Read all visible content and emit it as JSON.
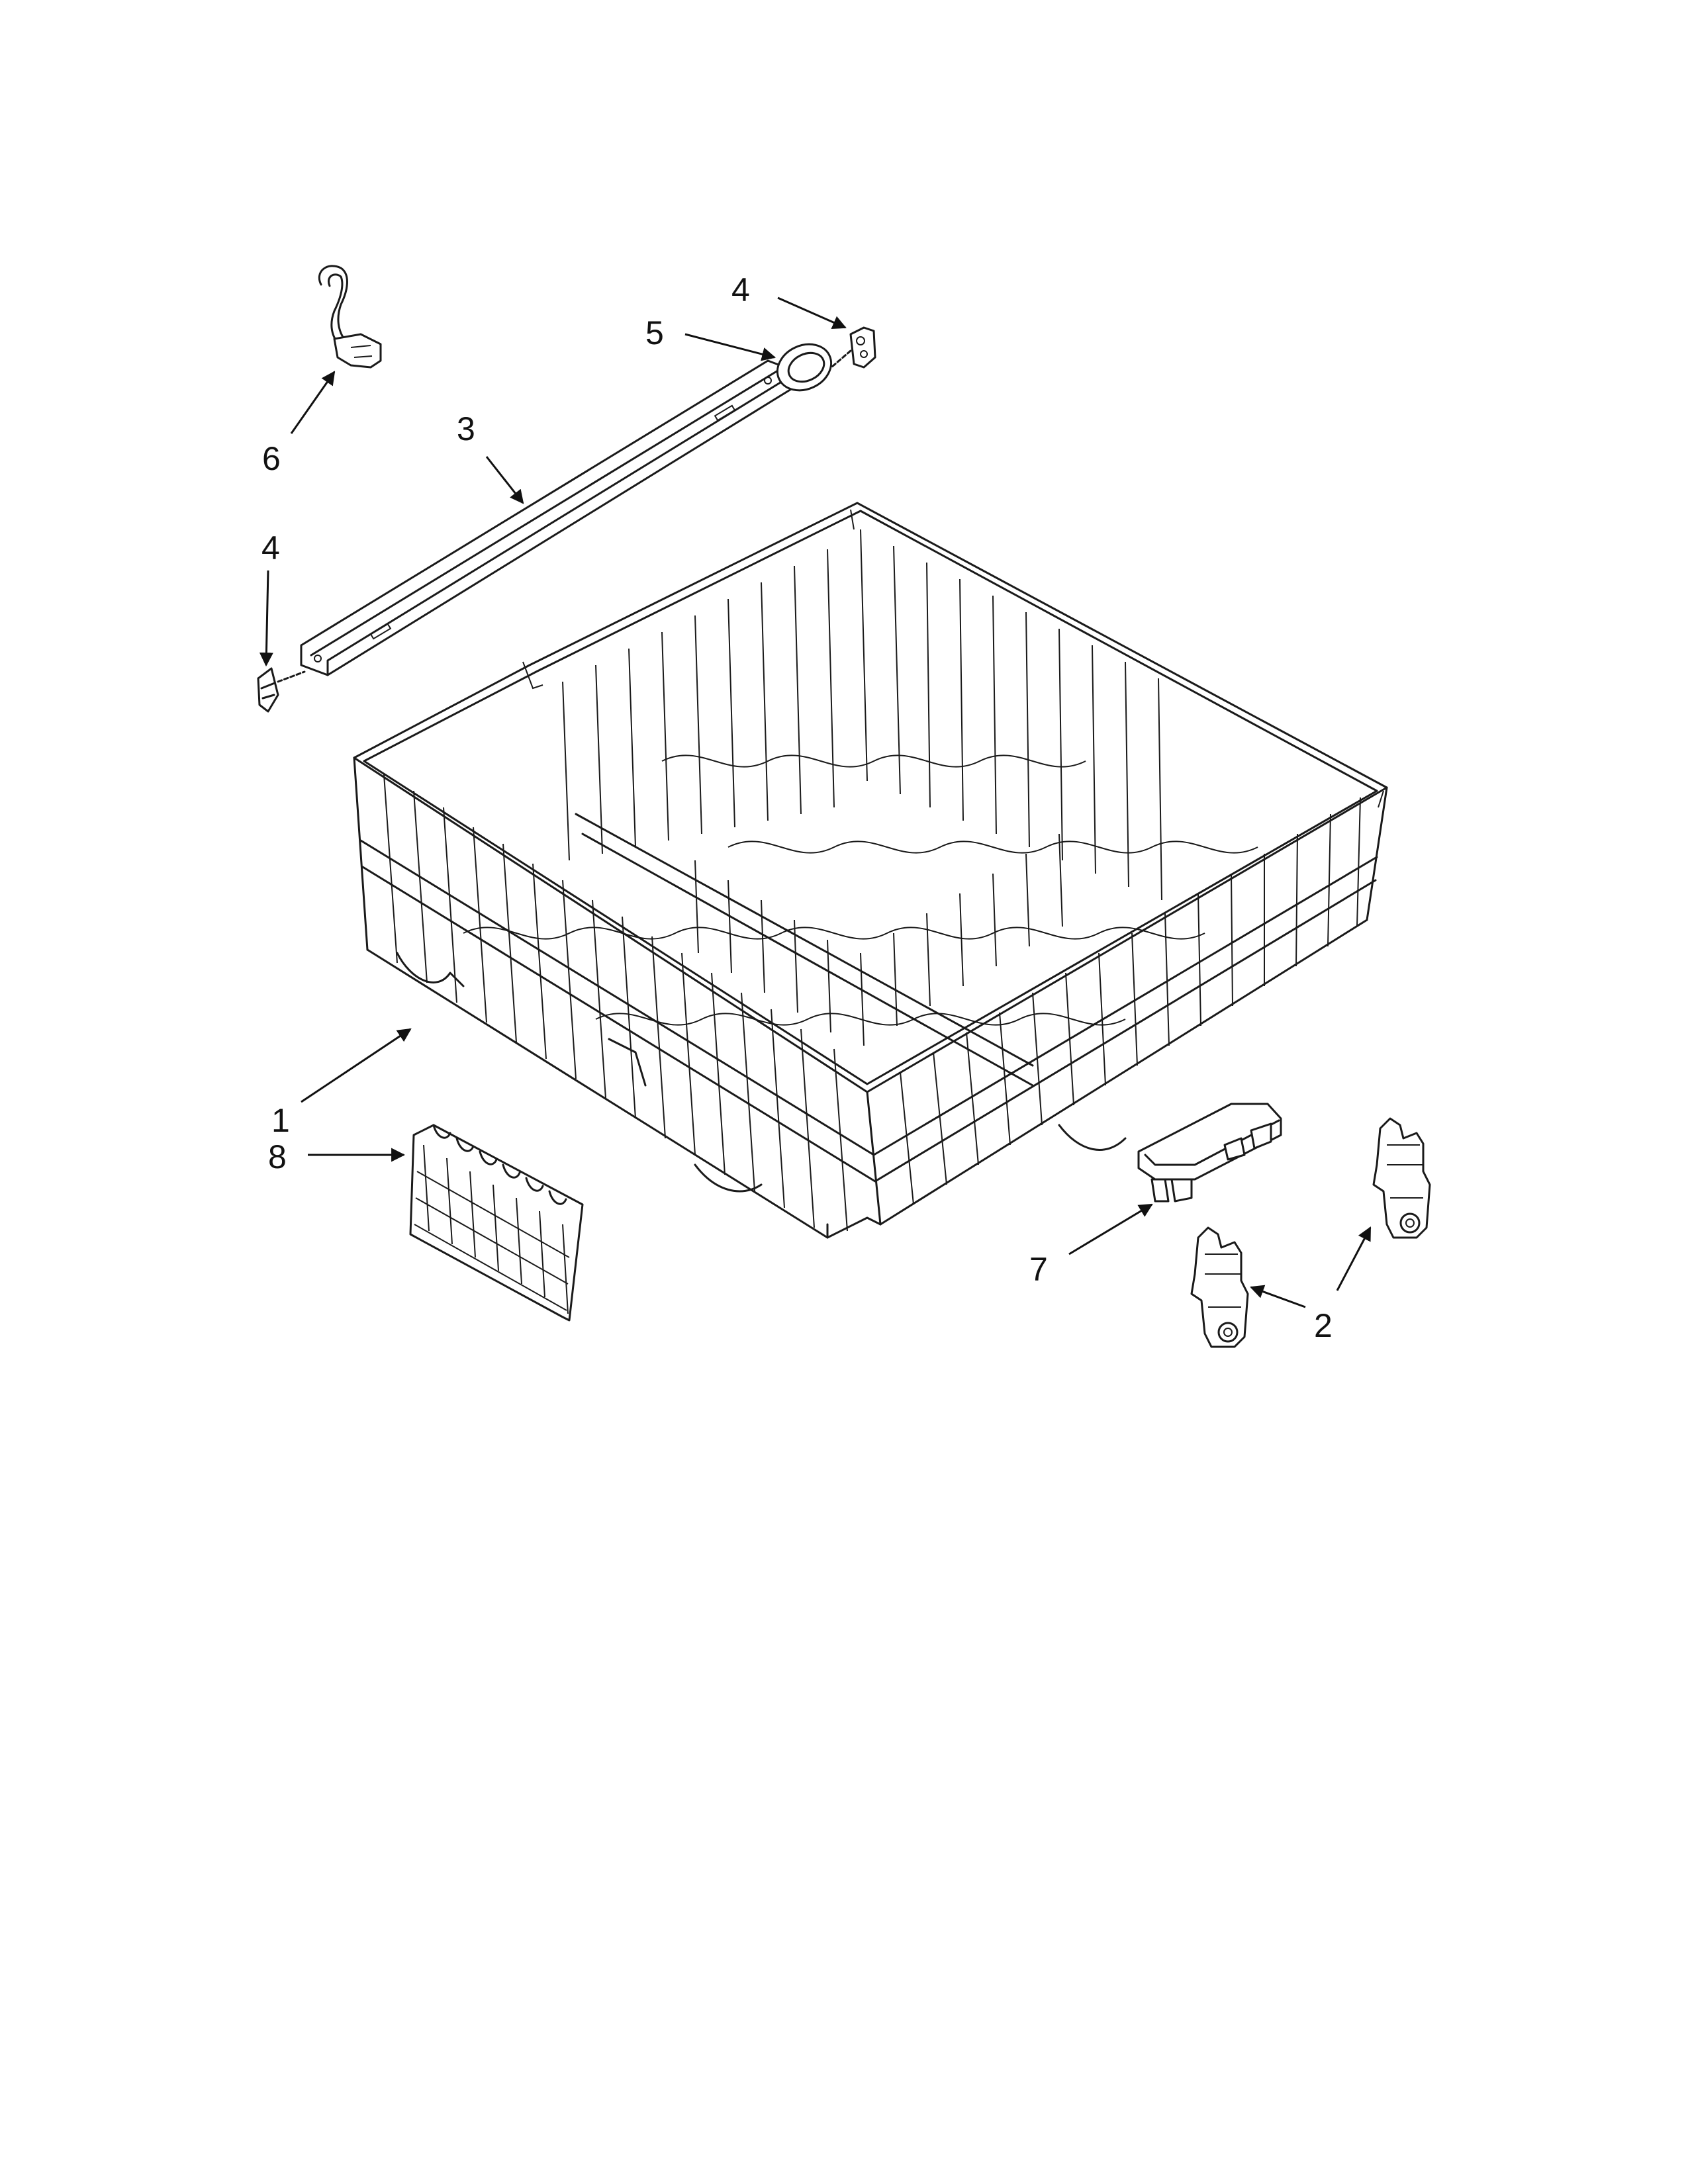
{
  "diagram": {
    "callouts": [
      {
        "id": "callout-6",
        "label": "6"
      },
      {
        "id": "callout-3",
        "label": "3"
      },
      {
        "id": "callout-4-left",
        "label": "4"
      },
      {
        "id": "callout-4-right",
        "label": "4"
      },
      {
        "id": "callout-5",
        "label": "5"
      },
      {
        "id": "callout-1",
        "label": "1"
      },
      {
        "id": "callout-8",
        "label": "8"
      },
      {
        "id": "callout-7",
        "label": "7"
      },
      {
        "id": "callout-2",
        "label": "2"
      }
    ]
  }
}
